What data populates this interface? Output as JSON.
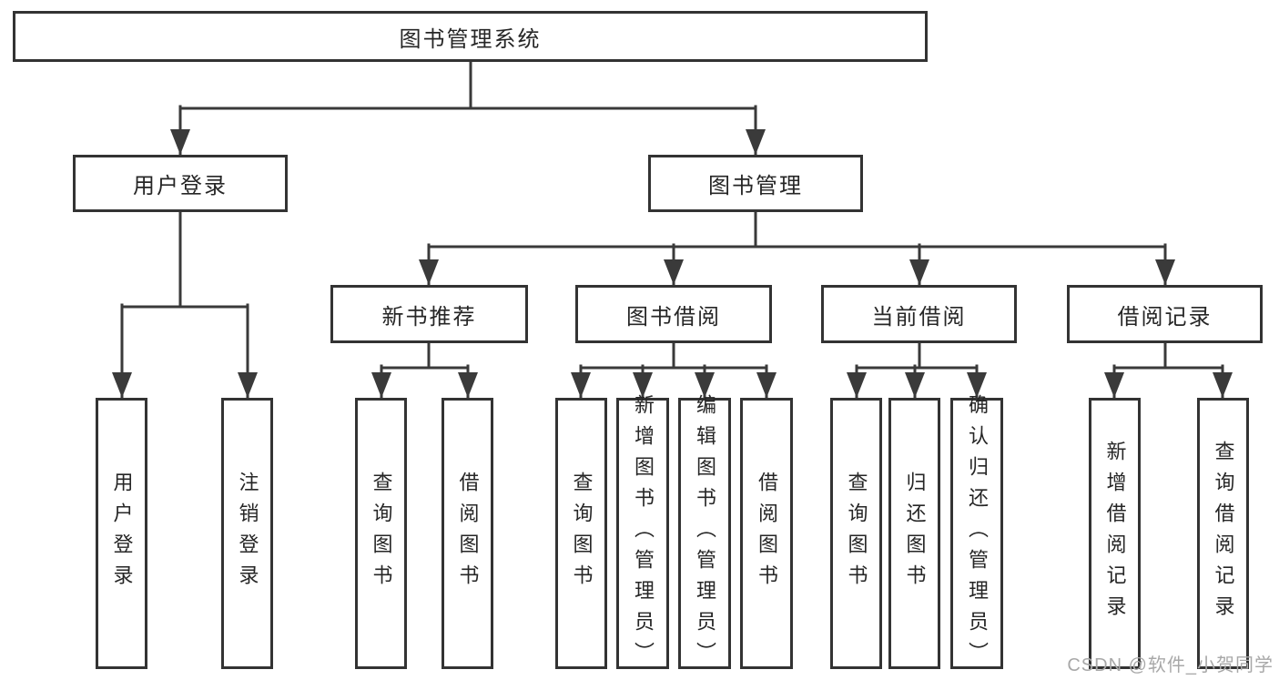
{
  "diagram": {
    "title": "图书管理系统",
    "root": {
      "label": "图书管理系统"
    },
    "level2": [
      {
        "label": "用户登录"
      },
      {
        "label": "图书管理"
      }
    ],
    "level3": [
      {
        "label": "新书推荐",
        "parent": "图书管理"
      },
      {
        "label": "图书借阅",
        "parent": "图书管理"
      },
      {
        "label": "当前借阅",
        "parent": "图书管理"
      },
      {
        "label": "借阅记录",
        "parent": "图书管理"
      }
    ],
    "leaves": [
      {
        "label": "用户登录",
        "parent": "用户登录"
      },
      {
        "label": "注销登录",
        "parent": "用户登录"
      },
      {
        "label": "查询图书",
        "parent": "新书推荐"
      },
      {
        "label": "借阅图书",
        "parent": "新书推荐"
      },
      {
        "label": "查询图书",
        "parent": "图书借阅"
      },
      {
        "label": "新增图书（管理员）",
        "parent": "图书借阅"
      },
      {
        "label": "编辑图书（管理员）",
        "parent": "图书借阅"
      },
      {
        "label": "借阅图书",
        "parent": "图书借阅"
      },
      {
        "label": "查询图书",
        "parent": "当前借阅"
      },
      {
        "label": "归还图书",
        "parent": "当前借阅"
      },
      {
        "label": "确认归还（管理员）",
        "parent": "当前借阅"
      },
      {
        "label": "新增借阅记录",
        "parent": "借阅记录"
      },
      {
        "label": "查询借阅记录",
        "parent": "借阅记录"
      }
    ]
  },
  "watermark": "CSDN @软件_小贺同学",
  "colors": {
    "border": "#333333",
    "line": "#3a3a3a",
    "text": "#262626",
    "watermark": "#a8a8a8",
    "background": "#ffffff"
  }
}
